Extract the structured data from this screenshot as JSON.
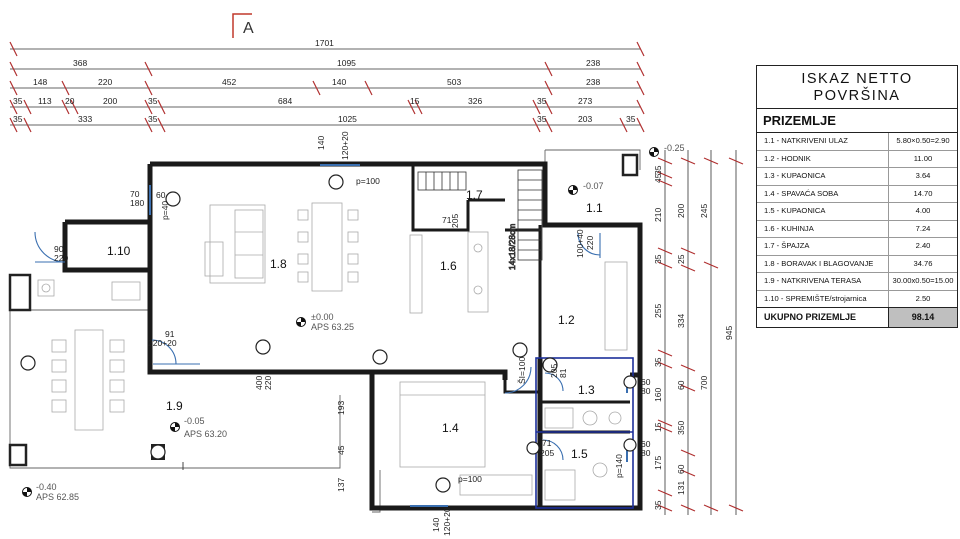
{
  "sheet_mark": "A",
  "dims_top": {
    "overall": "1701",
    "row2": [
      "368",
      "1095",
      "238"
    ],
    "row3": [
      "148",
      "220",
      "452",
      "140",
      "503",
      "238"
    ],
    "row4": [
      "35",
      "113",
      "20",
      "200",
      "35",
      "684",
      "15",
      "326",
      "35",
      "273"
    ],
    "row5": [
      "35",
      "333",
      "35",
      "1025",
      "35",
      "203",
      "35"
    ]
  },
  "dims_right": {
    "inner": [
      "35",
      "45",
      "210",
      "35",
      "255",
      "35",
      "160",
      "15",
      "175",
      "35"
    ],
    "mid": [
      "200",
      "25",
      "334",
      "60",
      "350",
      "60",
      "131"
    ],
    "outer": [
      "245",
      "700"
    ],
    "overall": "945"
  },
  "dims_misc": {
    "d1": "140",
    "d2": "120+20",
    "d3": "70",
    "d4": "180",
    "d5": "90",
    "d6": "220",
    "d7": "91",
    "d8": "220+20",
    "d9": "400",
    "d10": "220",
    "d11": "193",
    "d12": "45",
    "d13": "137",
    "d14": "71",
    "d15": "205",
    "d16": "81",
    "d17": "205",
    "d18": "60",
    "d19": "80",
    "d20": "60",
    "d21": "80",
    "d22": "71",
    "d23": "205",
    "d24": "140",
    "d25": "120+20",
    "d26": "60",
    "d27": "p=40",
    "d28": "p=100",
    "d29": "p=100",
    "d30": "100+40",
    "d31": "220",
    "d32": "p=140",
    "d33": "ŠI=100",
    "stairs": "14x18/28cm"
  },
  "rooms": {
    "r11": "1.1",
    "r12": "1.2",
    "r13": "1.3",
    "r14": "1.4",
    "r15": "1.5",
    "r16": "1.6",
    "r17": "1.7",
    "r18": "1.8",
    "r19": "1.9",
    "r110": "1.10"
  },
  "levels": {
    "l1": "-0.25",
    "l2": "-0.07",
    "l3": "±0.00",
    "l3b": "APS 63.25",
    "l4": "-0.05",
    "l4b": "APS 63.20",
    "l5": "-0.40",
    "l5b": "APS 62.85"
  },
  "table": {
    "title_line1": "ISKAZ NETTO",
    "title_line2": "POVRŠINA",
    "section": "PRIZEMLJE",
    "rows": [
      {
        "name": "1.1 - NATKRIVENI ULAZ",
        "value": "5.80×0.50=2.90"
      },
      {
        "name": "1.2 - HODNIK",
        "value": "11.00"
      },
      {
        "name": "1.3 - KUPAONICA",
        "value": "3.64"
      },
      {
        "name": "1.4 - SPAVAĆA SOBA",
        "value": "14.70"
      },
      {
        "name": "1.5 - KUPAONICA",
        "value": "4.00"
      },
      {
        "name": "1.6 - KUHINJA",
        "value": "7.24"
      },
      {
        "name": "1.7 - ŠPAJZA",
        "value": "2.40"
      },
      {
        "name": "1.8 - BORAVAK I BLAGOVANJE",
        "value": "34.76"
      },
      {
        "name": "1.9 - NATKRIVENA TERASA",
        "value": "30.00x0.50=15.00"
      },
      {
        "name": "1.10 - SPREMIŠTE/strojarnica",
        "value": "2.50"
      }
    ],
    "total_label": "UKUPNO PRIZEMLJE",
    "total_value": "98.14"
  },
  "colors": {
    "wall": "#1a1a1a",
    "dim": "#b03030",
    "door": "#3a6fb0",
    "wet": "#1c2f9a",
    "mark": "#c0392b"
  }
}
